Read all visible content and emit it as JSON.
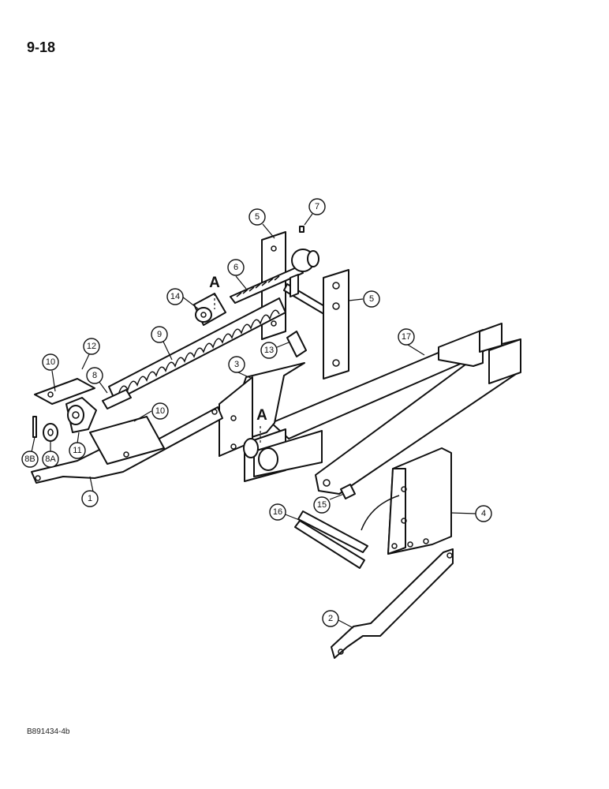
{
  "page_number": "9-18",
  "figure_code": "B891434-4b",
  "reference_letter": "A",
  "callouts": [
    "1",
    "2",
    "3",
    "4",
    "5",
    "5",
    "6",
    "7",
    "8",
    "8A",
    "8B",
    "9",
    "10",
    "10",
    "11",
    "12",
    "13",
    "14",
    "15",
    "16",
    "17"
  ]
}
